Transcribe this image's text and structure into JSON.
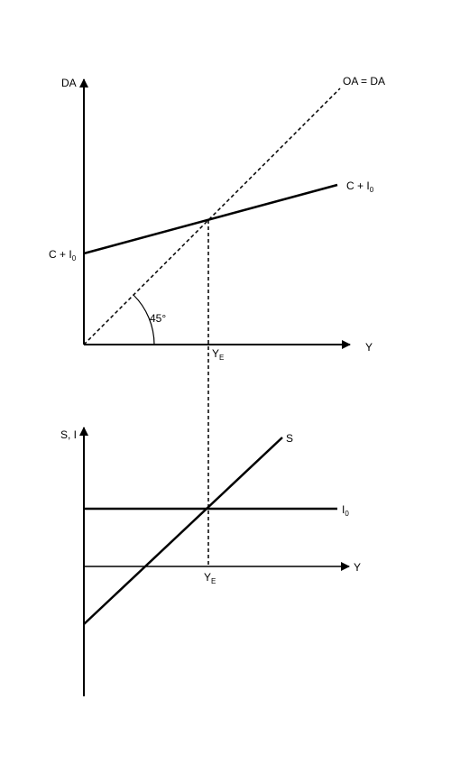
{
  "top_panel": {
    "y_axis_label": "DA",
    "x_axis_label": "Y",
    "line_45_label": "OA = DA",
    "agg_demand_label": {
      "base": "C + I",
      "sub": "0"
    },
    "intercept_label": {
      "base": "C + I",
      "sub": "0"
    },
    "angle_label": "45°",
    "equilibrium_label": {
      "base": "Y",
      "sub": "E"
    }
  },
  "bottom_panel": {
    "y_axis_label": "S, I",
    "x_axis_label": "Y",
    "saving_label": "S",
    "investment_label": {
      "base": "I",
      "sub": "0"
    },
    "equilibrium_label": {
      "base": "Y",
      "sub": "E"
    }
  },
  "colors": {
    "ink": "#000000",
    "background": "#ffffff"
  }
}
